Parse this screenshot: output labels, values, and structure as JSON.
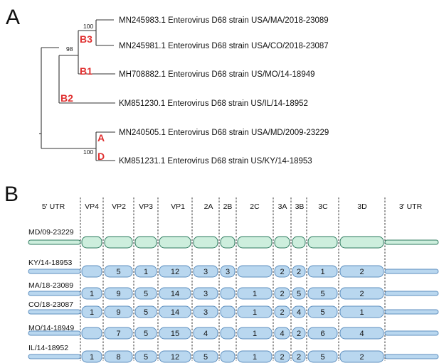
{
  "panel_a": {
    "label": "A",
    "leaves": [
      {
        "id": "MN245983.1",
        "text": "MN245983.1 Enterovirus D68 strain USA/MA/2018-23089"
      },
      {
        "id": "MN245981.1",
        "text": "MN245981.1 Enterovirus D68 strain USA/CO/2018-23087"
      },
      {
        "id": "MH708882.1",
        "text": "MH708882.1 Enterovirus D68 strain US/MO/14-18949"
      },
      {
        "id": "KM851230.1",
        "text": "KM851230.1 Enterovirus D68 strain US/IL/14-18952"
      },
      {
        "id": "MN240505.1",
        "text": "MN240505.1 Enterovirus D68 strain USA/MD/2009-23229"
      },
      {
        "id": "KM851231.1",
        "text": "KM851231.1 Enterovirus D68 strain US/KY/14-18953"
      }
    ],
    "bootstrap": [
      "100",
      "98",
      "100"
    ],
    "clade_labels": [
      "B3",
      "B1",
      "B2",
      "A",
      "D"
    ],
    "clade_color": "#e03030"
  },
  "panel_b": {
    "label": "B",
    "regions": [
      "5' UTR",
      "VP4",
      "VP2",
      "VP3",
      "VP1",
      "2A",
      "2B",
      "2C",
      "3A",
      "3B",
      "3C",
      "3D",
      "3' UTR"
    ],
    "reference": {
      "name": "MD/09-23229",
      "color": "#cdeedd",
      "stroke": "#2f7a5f"
    },
    "strain_color": "#b9d7ef",
    "strain_stroke": "#5e8fbf",
    "strains": [
      {
        "name": "KY/14-18953",
        "values": [
          "",
          "5",
          "1",
          "12",
          "3",
          "3",
          "",
          "2",
          "2",
          "1",
          "2"
        ]
      },
      {
        "name": "MA/18-23089",
        "values": [
          "1",
          "9",
          "5",
          "14",
          "3",
          "",
          "1",
          "2",
          "5",
          "5",
          "2"
        ]
      },
      {
        "name": "CO/18-23087",
        "values": [
          "1",
          "9",
          "5",
          "14",
          "3",
          "",
          "1",
          "2",
          "4",
          "5",
          "1"
        ]
      },
      {
        "name": "MO/14-18949",
        "values": [
          "",
          "7",
          "5",
          "15",
          "4",
          "",
          "1",
          "4",
          "2",
          "6",
          "4"
        ]
      },
      {
        "name": "IL/14-18952",
        "values": [
          "1",
          "8",
          "5",
          "12",
          "5",
          "",
          "1",
          "2",
          "2",
          "5",
          "2"
        ]
      }
    ]
  }
}
